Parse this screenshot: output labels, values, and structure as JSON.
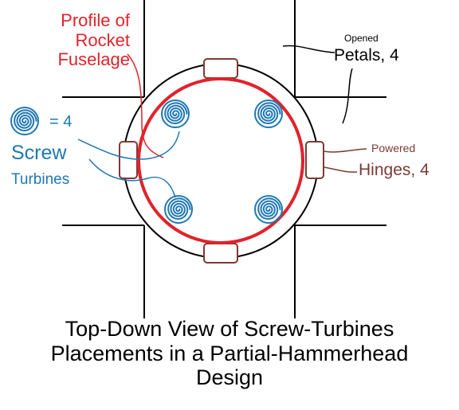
{
  "labels": {
    "fuselage_line1": "Profile of",
    "fuselage_line2": "Rocket",
    "fuselage_line3": "Fuselage",
    "screw_count": "= 4",
    "screw_word": "Screw",
    "turbines_word": "Turbines",
    "opened_word": "Opened",
    "petals": "Petals, 4",
    "powered_word": "Powered",
    "hinges": "Hinges, 4"
  },
  "caption": {
    "line1": "Top-Down View of Screw-Turbines",
    "line2": "Placements in a Partial-Hammerhead",
    "line3": "Design"
  },
  "colors": {
    "fuselage": "#e0232b",
    "turbine": "#1f78b4",
    "hinge": "#7a3b33",
    "outline": "#000000"
  },
  "icons": {
    "turbine": "spiral-icon"
  }
}
